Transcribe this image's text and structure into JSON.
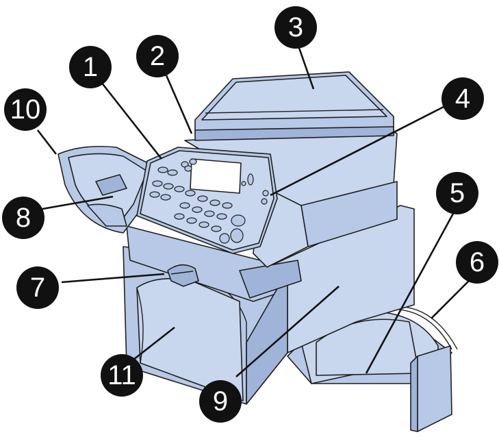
{
  "diagram": {
    "colors": {
      "body": "#b7c9e6",
      "outline": "#1f1f1f",
      "callout": "#111111",
      "callout_text": "#ffffff"
    },
    "callouts": [
      {
        "id": "1",
        "label": "1"
      },
      {
        "id": "2",
        "label": "2"
      },
      {
        "id": "3",
        "label": "3"
      },
      {
        "id": "4",
        "label": "4"
      },
      {
        "id": "5",
        "label": "5"
      },
      {
        "id": "6",
        "label": "6"
      },
      {
        "id": "7",
        "label": "7"
      },
      {
        "id": "8",
        "label": "8"
      },
      {
        "id": "9",
        "label": "9"
      },
      {
        "id": "10",
        "label": "10"
      },
      {
        "id": "11",
        "label": "11"
      }
    ]
  }
}
